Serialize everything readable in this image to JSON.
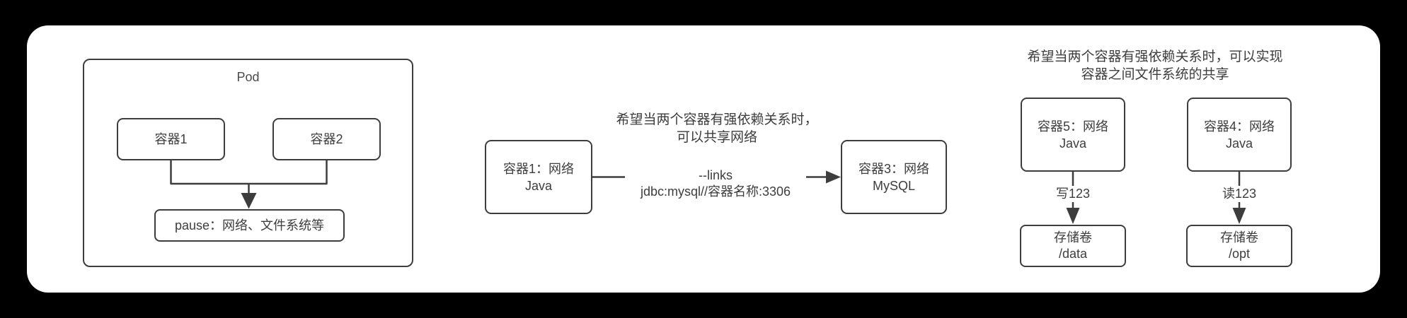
{
  "pod_section": {
    "title": "Pod",
    "container1": "容器1",
    "container2": "容器2",
    "pause_label": "pause：网络、文件系统等"
  },
  "network_section": {
    "note_line1": "希望当两个容器有强依赖关系时，",
    "note_line2": "可以共享网络",
    "source_line1": "容器1：网络",
    "source_line2": "Java",
    "link_line1": "--links",
    "link_line2": "jdbc:mysql//容器名称:3306",
    "target_line1": "容器3：网络",
    "target_line2": "MySQL"
  },
  "volume_section": {
    "note_line1": "希望当两个容器有强依赖关系时，可以实现",
    "note_line2": "容器之间文件系统的共享",
    "container5_line1": "容器5：网络",
    "container5_line2": "Java",
    "write_label": "写123",
    "data_volume_line1": "存储卷",
    "data_volume_line2": "/data",
    "container4_line1": "容器4：网络",
    "container4_line2": "Java",
    "read_label": "读123",
    "opt_volume_line1": "存储卷",
    "opt_volume_line2": "/opt"
  },
  "colors": {
    "background": "#000000",
    "panel": "#ffffff",
    "stroke": "#3d3d3d",
    "text": "#3d3d3d"
  }
}
